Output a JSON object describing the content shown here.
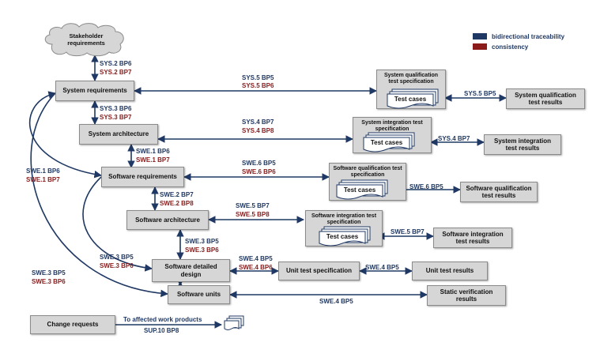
{
  "colors": {
    "blue": "#1f3864",
    "red": "#8b1a1a",
    "box": "#d6d6d6"
  },
  "legend": {
    "bidirectional": "bidirectional traceability",
    "consistency": "consistency"
  },
  "cloud": {
    "line1": "Stakeholder",
    "line2": "requirements"
  },
  "boxes": {
    "system_requirements": "System requirements",
    "system_architecture": "System architecture",
    "software_requirements": "Software requirements",
    "software_architecture": "Software architecture",
    "software_detailed_design": "Software detailed design",
    "software_units": "Software units",
    "unit_test_specification": "Unit test specification",
    "unit_test_results": "Unit test results",
    "static_verification_results": "Static verification results",
    "sys_qual_results": "System qualification test results",
    "sys_int_results": "System integration test results",
    "sw_qual_results": "Software qualification test results",
    "sw_int_results": "Software integration test results",
    "change_requests": "Change requests"
  },
  "specs": {
    "sys_qual": {
      "title": "System qualification test specification",
      "cases": "Test cases"
    },
    "sys_int": {
      "title": "System integration test specification",
      "cases": "Test cases"
    },
    "sw_qual": {
      "title": "Software qualification test specification",
      "cases": "Test cases"
    },
    "sw_int": {
      "title": "Software integration test specification",
      "cases": "Test cases"
    }
  },
  "labels": {
    "sys2_bp6": "SYS.2 BP6",
    "sys2_bp7": "SYS.2 BP7",
    "sys5_bp5_top": "SYS.5 BP5",
    "sys5_bp6": "SYS.5 BP6",
    "sys5_bp5_right": "SYS.5 BP5",
    "sys3_bp6": "SYS.3 BP6",
    "sys3_bp7": "SYS.3 BP7",
    "sys4_bp7_top": "SYS.4 BP7",
    "sys4_bp8": "SYS.4 BP8",
    "sys4_bp7_right": "SYS.4 BP7",
    "swe1_bp6_a": "SWE.1 BP6",
    "swe1_bp7_a": "SWE.1 BP7",
    "swe1_bp6_b": "SWE.1 BP6",
    "swe1_bp7_b": "SWE.1 BP7",
    "swe6_bp5_top": "SWE.6 BP5",
    "swe6_bp6": "SWE.6 BP6",
    "swe6_bp5_right": "SWE.6 BP5",
    "swe2_bp7": "SWE.2 BP7",
    "swe2_bp8": "SWE.2 BP8",
    "swe5_bp7_top": "SWE.5 BP7",
    "swe5_bp8": "SWE.5 BP8",
    "swe5_bp7_right": "SWE.5 BP7",
    "swe3_bp5_a": "SWE.3 BP5",
    "swe3_bp6_a": "SWE.3 BP6",
    "swe3_bp5_b": "SWE.3 BP5",
    "swe3_bp6_b": "SWE.3 BP6",
    "swe3_bp5_c": "SWE.3 BP5",
    "swe3_bp6_c": "SWE.3 BP6",
    "swe4_bp5_a": "SWE.4 BP5",
    "swe4_bp6": "SWE.4 BP6",
    "swe4_bp5_b": "SWE.4 BP5",
    "swe4_bp5_c": "SWE.4 BP5",
    "to_affected": "To affected work products",
    "sup10_bp8": "SUP.10 BP8"
  }
}
